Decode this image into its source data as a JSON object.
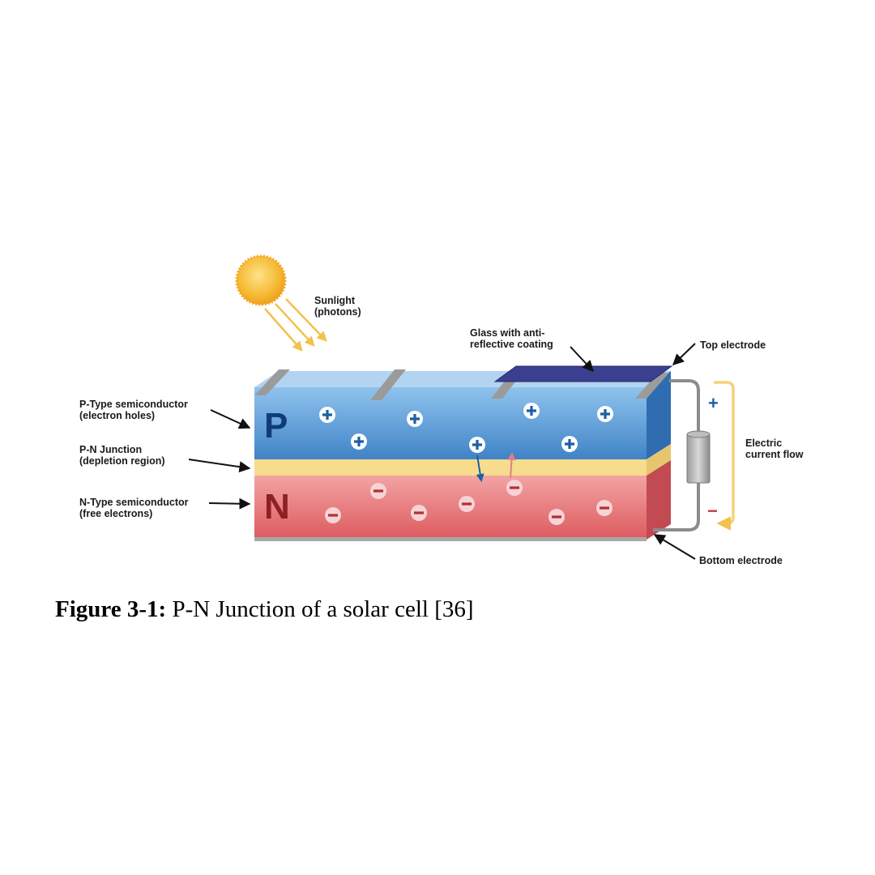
{
  "labels": {
    "sunlight_line1": "Sunlight",
    "sunlight_line2": "(photons)",
    "glass_line1": "Glass with anti-",
    "glass_line2": "reflective coating",
    "top_electrode": "Top electrode",
    "p_type_line1": "P-Type semiconductor",
    "p_type_line2": "(electron holes)",
    "pn_junction_line1": "P-N Junction",
    "pn_junction_line2": "(depletion region)",
    "n_type_line1": "N-Type semiconductor",
    "n_type_line2": "(free electrons)",
    "electric_line1": "Electric",
    "electric_line2": "current flow",
    "bottom_electrode": "Bottom electrode",
    "p_letter": "P",
    "n_letter": "N",
    "plus_terminal": "+",
    "minus_terminal": "−"
  },
  "caption": {
    "label": "Figure 3-1:",
    "text": " P-N Junction of a solar cell [36]"
  },
  "colors": {
    "p_layer": "#5b9bd5",
    "n_layer": "#e06b6f",
    "junction": "#f6dc8c",
    "glass": "#3b3f8f",
    "sun": "#f5b731",
    "wire": "#8c8c8c",
    "current_arrow": "#f4d27a"
  }
}
